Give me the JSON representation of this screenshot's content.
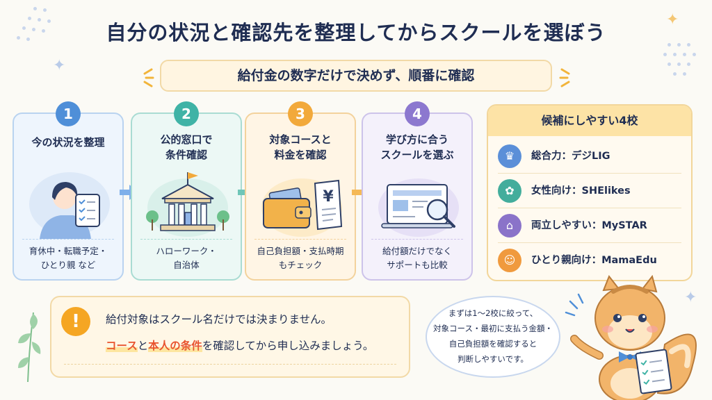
{
  "title": "自分の状況と確認先を整理してからスクールを選ぼう",
  "subtitle": "給付金の数字だけで決めず、順番に確認",
  "steps": [
    {
      "num": "1",
      "title": "今の状況を整理",
      "desc1": "育休中・転職予定・",
      "desc2": "ひとり親 など",
      "color": "#4f8fd8",
      "bg": "#eef5fd",
      "border": "#b9d3f0"
    },
    {
      "num": "2",
      "title1": "公的窓口で",
      "title2": "条件確認",
      "desc1": "ハローワーク・",
      "desc2": "自治体",
      "color": "#3fb3a6",
      "bg": "#ecf8f5",
      "border": "#a9dcd3"
    },
    {
      "num": "3",
      "title1": "対象コースと",
      "title2": "料金を確認",
      "desc1": "自己負担額・支払時期",
      "desc2": "もチェック",
      "color": "#f2a93b",
      "bg": "#fff5e5",
      "border": "#f3d29c"
    },
    {
      "num": "4",
      "title1": "学び方に合う",
      "title2": "スクールを選ぶ",
      "desc1": "給付額だけでなく",
      "desc2": "サポートも比較",
      "color": "#8c78cf",
      "bg": "#f4f1fb",
      "border": "#cdc3ea"
    }
  ],
  "candidates": {
    "heading": "候補にしやすい4校",
    "items": [
      {
        "label": "総合力：デジLIG",
        "icon": "crown-icon",
        "color": "#5b8fd8",
        "glyph": "♛"
      },
      {
        "label": "女性向け：SHElikes",
        "icon": "flower-icon",
        "color": "#43ad9c",
        "glyph": "✿"
      },
      {
        "label": "両立しやすい：MySTAR",
        "icon": "house-icon",
        "color": "#8a73c9",
        "glyph": "⌂"
      },
      {
        "label": "ひとり親向け：MamaEdu",
        "icon": "family-icon",
        "color": "#f09a3e",
        "glyph": "☺"
      }
    ]
  },
  "note": {
    "icon": "!",
    "line1": "給付対象はスクール名だけでは決まりません。",
    "hl1": "コース",
    "mid": "と",
    "hl2": "本人の条件",
    "rest": "を確認してから申し込みましょう。"
  },
  "bubble": {
    "line1": "まずは1～2校に絞って、",
    "line2": "対象コース・最初に支払う金額・",
    "line3": "自己負担額を確認すると",
    "line4": "判断しやすいです。"
  },
  "illustration_labels": {
    "receipt_mark": "¥"
  }
}
